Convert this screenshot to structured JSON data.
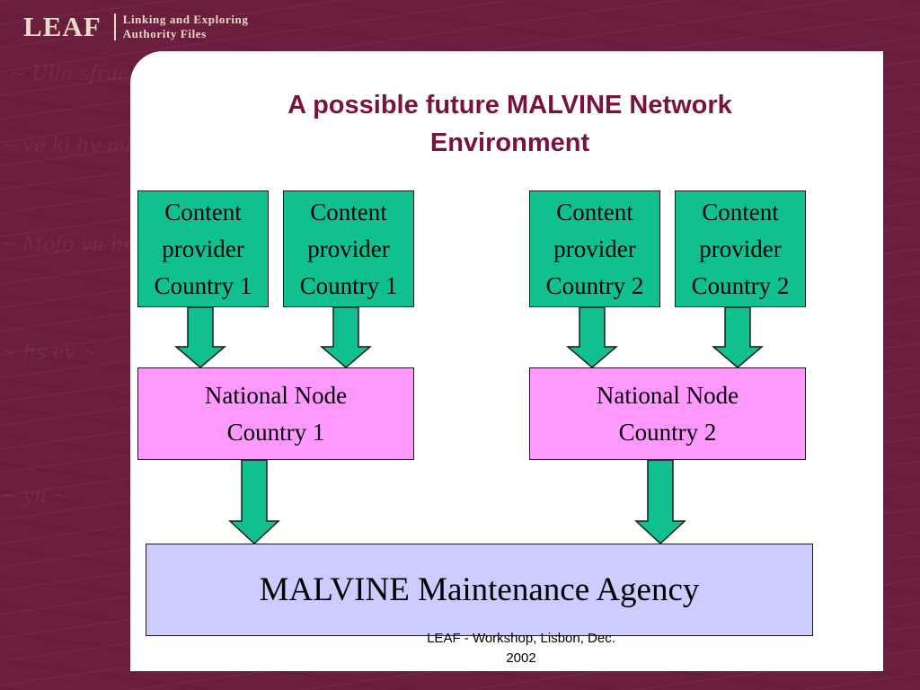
{
  "logo": {
    "word": "LEAF",
    "subtitle_line1": "Linking and Exploring",
    "subtitle_line2": "Authority Files"
  },
  "slide": {
    "title_line1": "A possible future MALVINE Network",
    "title_line2": "Environment"
  },
  "content_providers": [
    {
      "line1": "Content",
      "line2": "provider",
      "line3": "Country 1"
    },
    {
      "line1": "Content",
      "line2": "provider",
      "line3": "Country 1"
    },
    {
      "line1": "Content",
      "line2": "provider",
      "line3": "Country 2"
    },
    {
      "line1": "Content",
      "line2": "provider",
      "line3": "Country 2"
    }
  ],
  "national_nodes": [
    {
      "line1": "National Node",
      "line2": "Country 1"
    },
    {
      "line1": "National Node",
      "line2": "Country 2"
    }
  ],
  "agency": {
    "label": "MALVINE Maintenance Agency"
  },
  "footer": {
    "line1": "LEAF - Workshop, Lisbon, Dec.",
    "line2": "2002"
  },
  "colors": {
    "background": "#6b1e3e",
    "title": "#7a1240",
    "content_provider_fill": "#10c08e",
    "national_node_fill": "#ff99ff",
    "agency_fill": "#ccccff",
    "arrow_fill": "#10c08e"
  }
}
